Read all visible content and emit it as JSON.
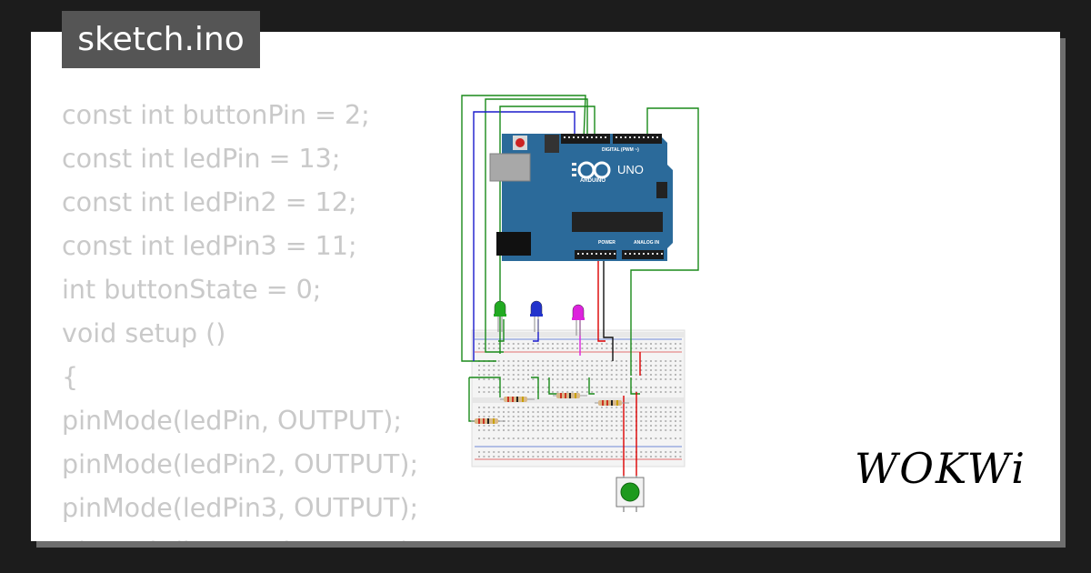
{
  "header": {
    "filename": "sketch.ino"
  },
  "code_lines": [
    "const int buttonPin = 2;",
    "const int ledPin = 13;",
    "const int ledPin2 = 12;",
    "const int ledPin3 = 11;",
    "int buttonState = 0;",
    "void setup ()",
    "{",
    "pinMode(ledPin, OUTPUT);",
    "pinMode(ledPin2, OUTPUT);",
    "pinMode(ledPin3, OUTPUT);",
    "pinMode(buttonPin, INPUT);"
  ],
  "board": {
    "name": "UNO",
    "brand": "ARDUINO",
    "digital_label": "DIGITAL (PWM ~)",
    "power_label": "POWER",
    "analog_label": "ANALOG IN"
  },
  "logo": {
    "text": "WOKWi"
  },
  "leds": [
    {
      "name": "green-led",
      "color": "#22aa22"
    },
    {
      "name": "blue-led",
      "color": "#2233cc"
    },
    {
      "name": "magenta-led",
      "color": "#dd22dd"
    }
  ],
  "colors": {
    "background": "#1c1c1c",
    "card": "#ffffff",
    "code_text": "#c9c9c9",
    "board_blue": "#2b6a9a",
    "wire_green": "#1a8a1a",
    "wire_blue": "#1a1acc",
    "wire_red": "#dd0000",
    "button_green": "#1e9a1e"
  }
}
